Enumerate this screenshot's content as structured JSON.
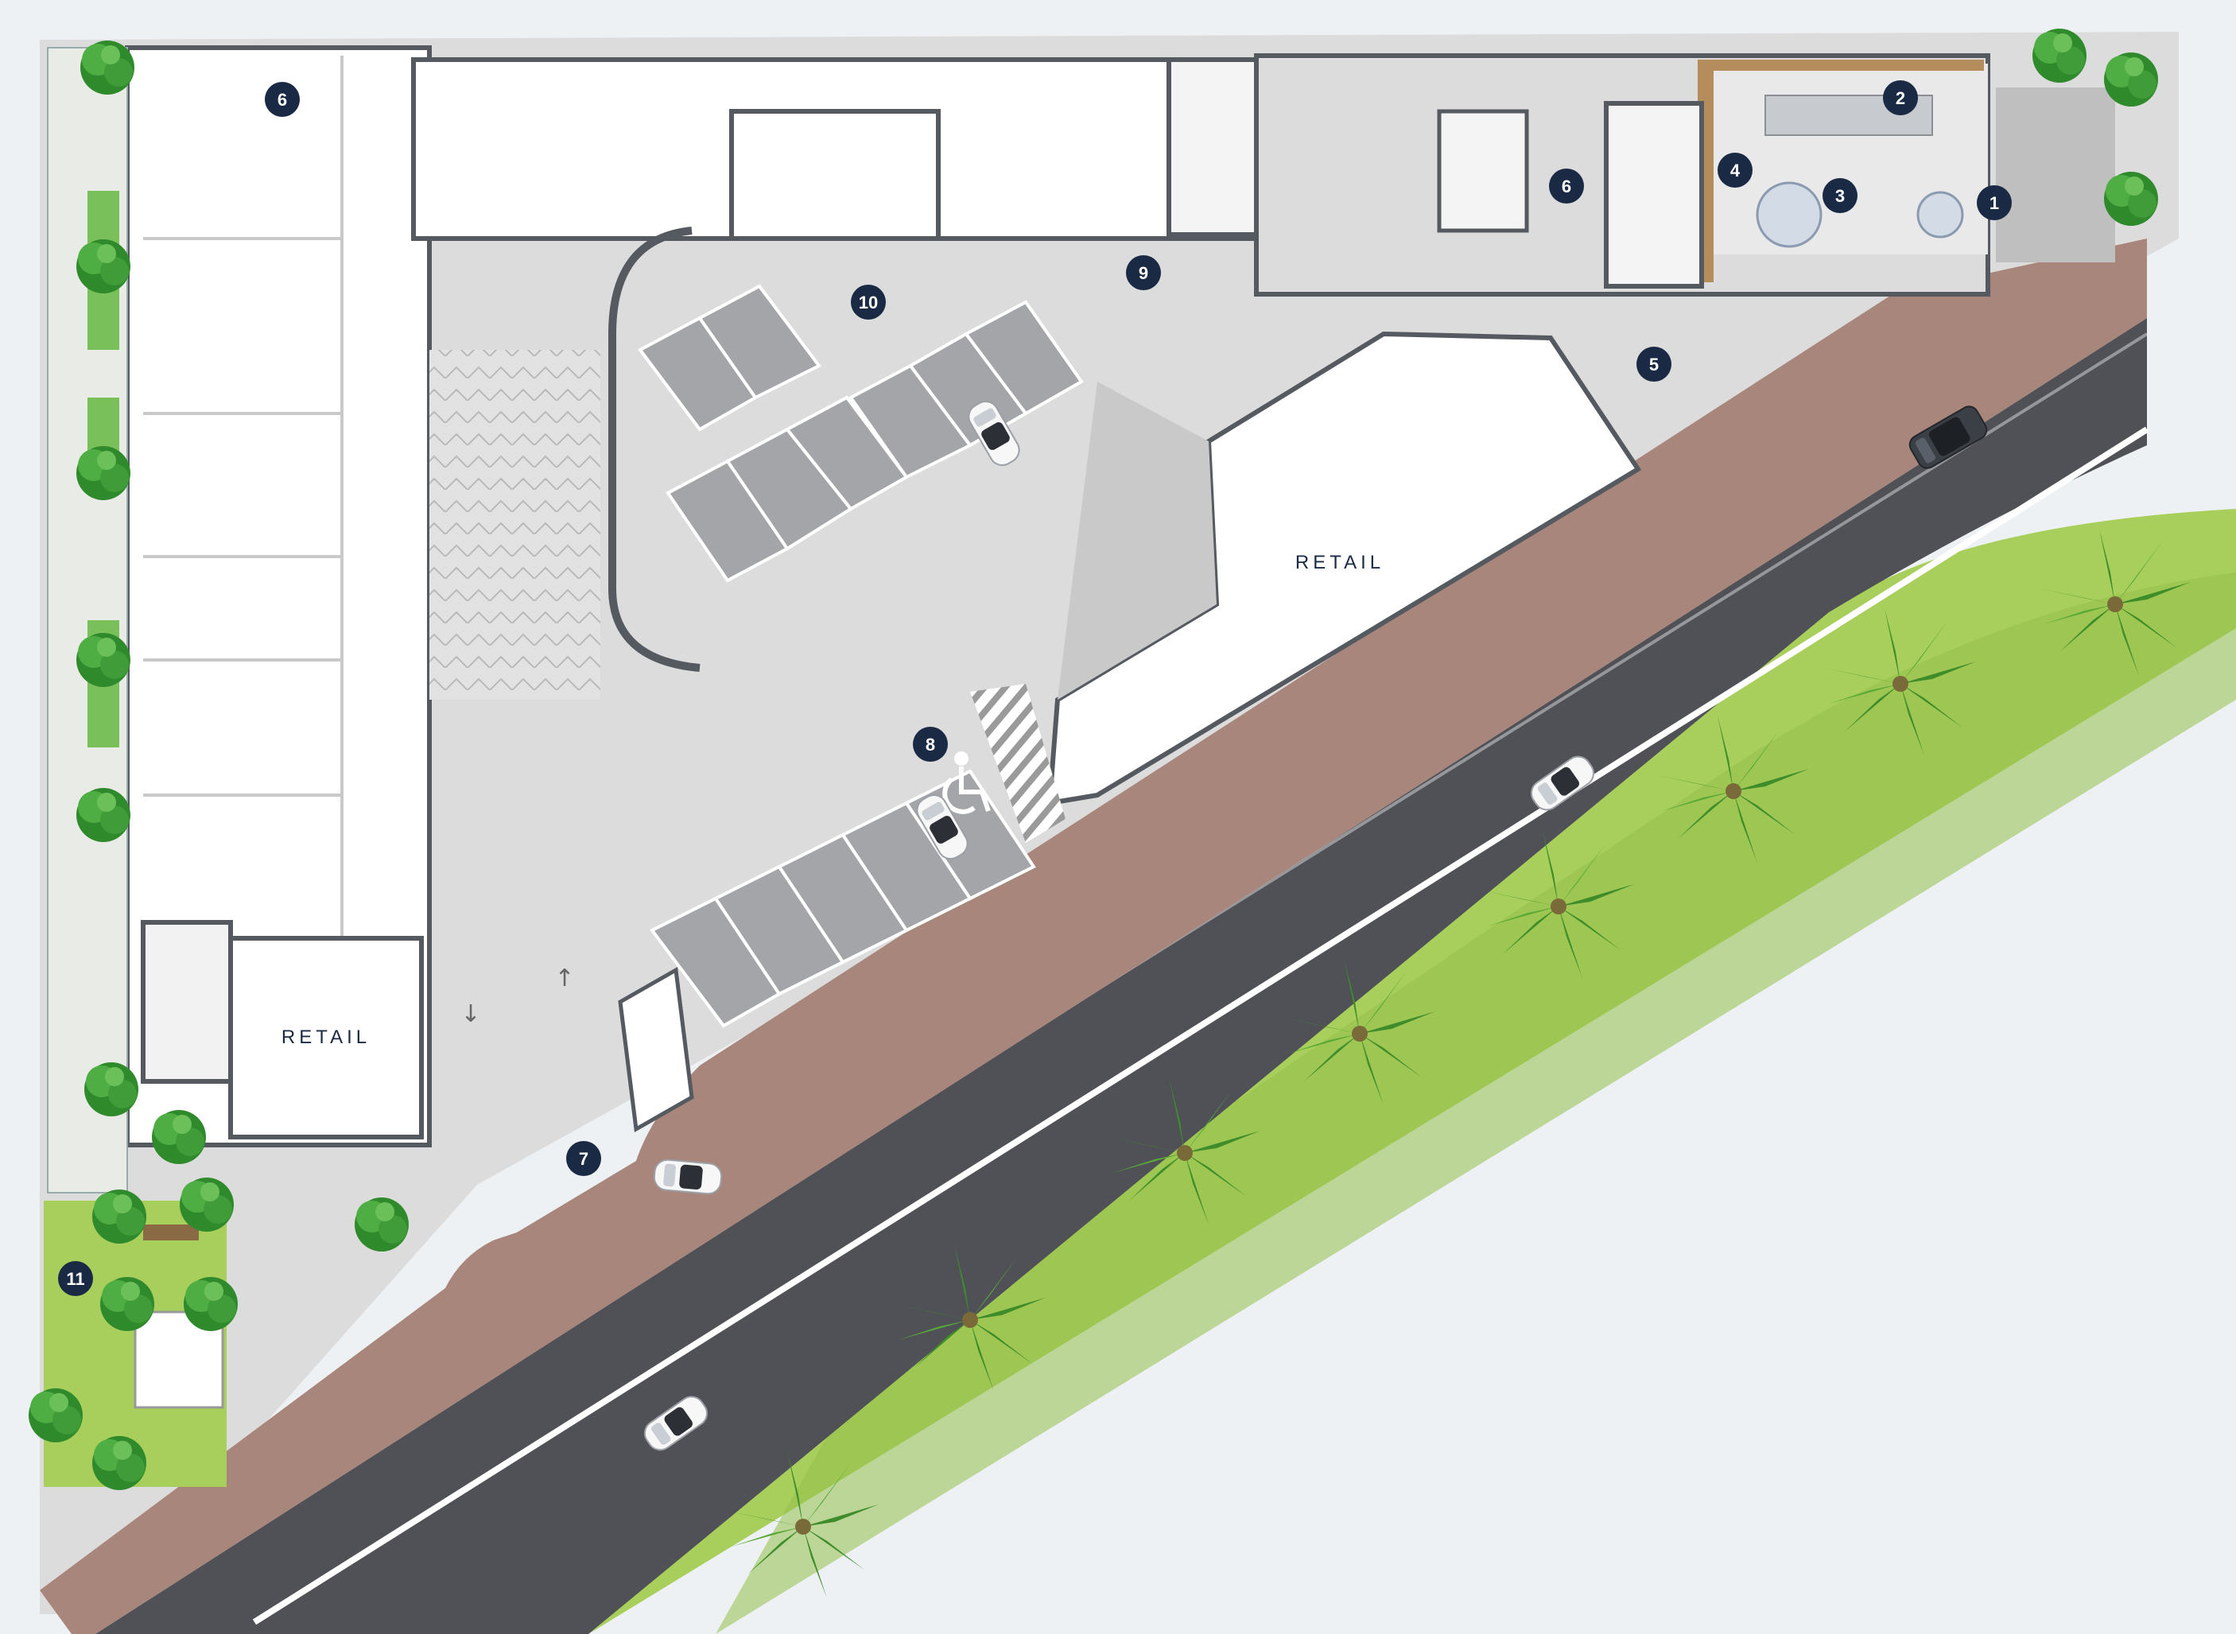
{
  "title": "",
  "colors": {
    "background": "#eef1f4",
    "road": "#4f5157",
    "road_line": "#ffffff",
    "sidewalk": "#a8867b",
    "grass": "#a8cf5b",
    "paving": "#dcdcdc",
    "interior": "#ffffff",
    "wall": "#555a60",
    "parking": "#a3a5a8",
    "marker": "#1b2a44",
    "tree": "#3d9a3a"
  },
  "labels": {
    "retail_main": "RETAIL",
    "retail_small": "RETAIL",
    "arrow_down": "↓",
    "arrow_up": "↑"
  },
  "markers": [
    {
      "id": "1",
      "label": "1"
    },
    {
      "id": "2",
      "label": "2"
    },
    {
      "id": "3",
      "label": "3"
    },
    {
      "id": "4",
      "label": "4"
    },
    {
      "id": "5",
      "label": "5"
    },
    {
      "id": "6a",
      "label": "6"
    },
    {
      "id": "6b",
      "label": "6"
    },
    {
      "id": "7",
      "label": "7"
    },
    {
      "id": "8",
      "label": "8"
    },
    {
      "id": "9",
      "label": "9"
    },
    {
      "id": "10",
      "label": "10"
    },
    {
      "id": "11",
      "label": "11"
    }
  ],
  "icons": {
    "accessible": "accessible-parking-icon",
    "car": "car-icon",
    "tree": "tree-icon",
    "palm": "palm-tree-icon"
  }
}
